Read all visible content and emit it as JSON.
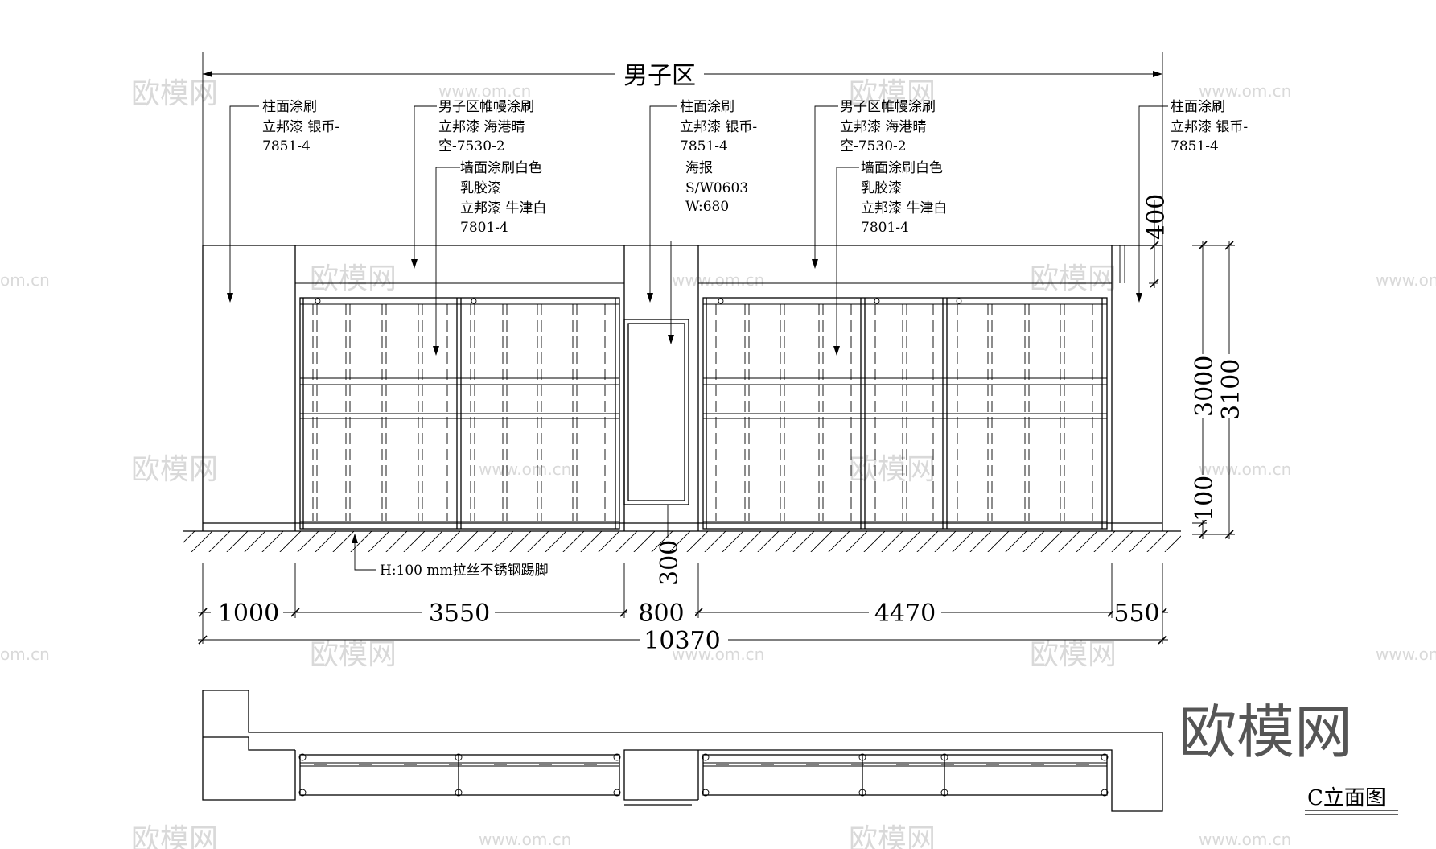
{
  "watermark": {
    "cn": "欧模网",
    "url": "www.om.cn",
    "url_fragment": "om.cn",
    "url_prefix": "www.om"
  },
  "brand_logo": "欧模网",
  "elevation_label": "C立面图",
  "zone_title": "男子区",
  "annotations": {
    "column_paint": [
      "柱面涂刷",
      "立邦漆 银币-",
      "7851-4"
    ],
    "curtain_paint": [
      "男子区帷幔涂刷",
      "立邦漆 海港晴",
      "空-7530-2"
    ],
    "wall_paint": [
      "墙面涂刷白色",
      "乳胶漆",
      "立邦漆 牛津白",
      "7801-4"
    ],
    "poster": [
      "海报",
      "S/W0603",
      "W:680"
    ],
    "skirting": "H:100 mm拉丝不锈钢踢脚"
  },
  "dimensions": {
    "horizontal": [
      "1000",
      "3550",
      "800",
      "4470",
      "550"
    ],
    "total": "10370",
    "vertical_outer": "3100",
    "vertical_inner": "3000",
    "vertical_base": "100",
    "top_band": "400",
    "poster_offset": "300"
  }
}
